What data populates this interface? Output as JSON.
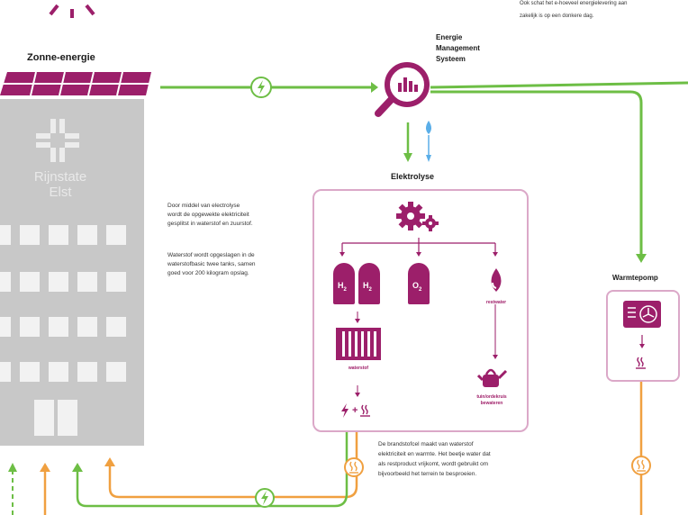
{
  "colors": {
    "magenta": "#9c1f6a",
    "green": "#6dbe45",
    "orange": "#f0a040",
    "blue": "#5aaee8",
    "building_gray": "#c8c8c8"
  },
  "top_note": {
    "line1": "Ook schat het e-hoeveel energielevering aan",
    "line2": "zakelijk is op een donkere dag."
  },
  "solar": {
    "label": "Zonne-energie"
  },
  "building": {
    "name_line1": "Rijnstate",
    "name_line2": "Elst"
  },
  "ems": {
    "line1": "Energie",
    "line2": "Management",
    "line3": "Systeem"
  },
  "elektrolyse": {
    "title": "Elektrolyse",
    "h2_left": "H",
    "h2_right": "H",
    "o2": "O",
    "sub2": "2",
    "water_caption": "restwater",
    "storage_caption": "waterstof",
    "watering_caption": "tuin/ordekruis bewateren",
    "output": "+"
  },
  "description": {
    "p1_line1": "Door middel van electrolyse",
    "p1_line2": "wordt de opgewekte elektriciteit",
    "p1_line3": "gesplitst in waterstof en zuurstof.",
    "p2_line1": "Waterstof wordt opgeslagen in de",
    "p2_line2": "waterstofbasic twee tanks, samen",
    "p2_line3": "goed voor 200 kilogram opslag."
  },
  "warmtepomp": {
    "title": "Warmtepomp"
  },
  "bottom_note": {
    "line1": "De brandstofcel maakt van waterstof",
    "line2": "elektriciteit en warmte. Het beetje water dat",
    "line3": "als restproduct vrijkomt, wordt gebruikt om",
    "line4": "bijvoorbeeld het terrein te besproeien."
  },
  "icons": [
    "sun-icon",
    "lightning-icon",
    "magnifier-chart-icon",
    "water-drop-icon",
    "gears-icon",
    "hydrogen-tank-icon",
    "oxygen-tank-icon",
    "storage-rack-icon",
    "watering-can-icon",
    "heat-icon",
    "heat-pump-icon",
    "hospital-cross-icon"
  ]
}
